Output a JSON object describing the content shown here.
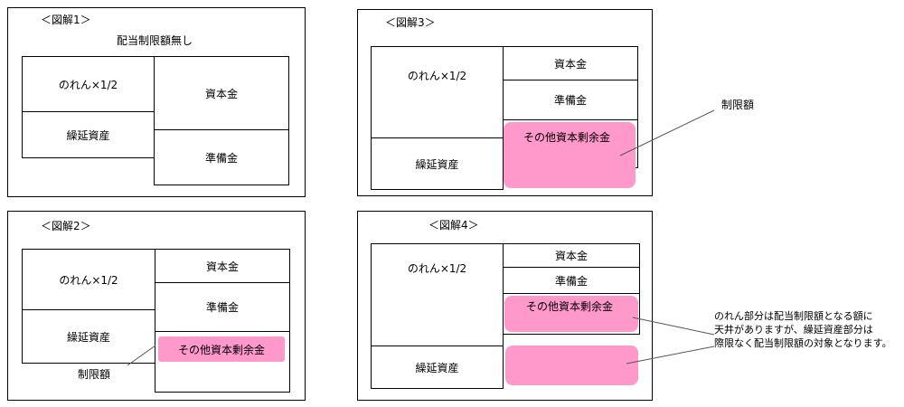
{
  "panel1": {
    "title": "＜図解1＞",
    "subtitle": "配当制限額無し",
    "left_top": "のれん×1/2",
    "left_bottom": "繰延資産",
    "right_top": "資本金",
    "right_bottom": "準備金"
  },
  "panel2": {
    "title": "＜図解2＞",
    "left_top": "のれん×1/2",
    "left_bottom": "繰延資産",
    "right_top": "資本金",
    "right_mid": "準備金",
    "surplus": "その他資本剰余金",
    "limit_label": "制限額"
  },
  "panel3": {
    "title": "＜図解3＞",
    "left_top": "のれん×1/2",
    "left_bottom": "繰延資産",
    "right_top": "資本金",
    "right_mid": "準備金",
    "surplus": "その他資本剰余金",
    "limit_label": "制限額"
  },
  "panel4": {
    "title": "＜図解4＞",
    "left_top": "のれん×1/2",
    "left_bottom": "繰延資産",
    "right_top": "資本金",
    "right_mid": "準備金",
    "surplus": "その他資本剰余金",
    "note_line1": "のれん部分は配当制限額となる額に",
    "note_line2": "天井がありますが、繰延資産部分は",
    "note_line3": "際限なく配当制限額の対象となります。"
  },
  "colors": {
    "pink": "#ff99cc",
    "border": "#000000"
  }
}
